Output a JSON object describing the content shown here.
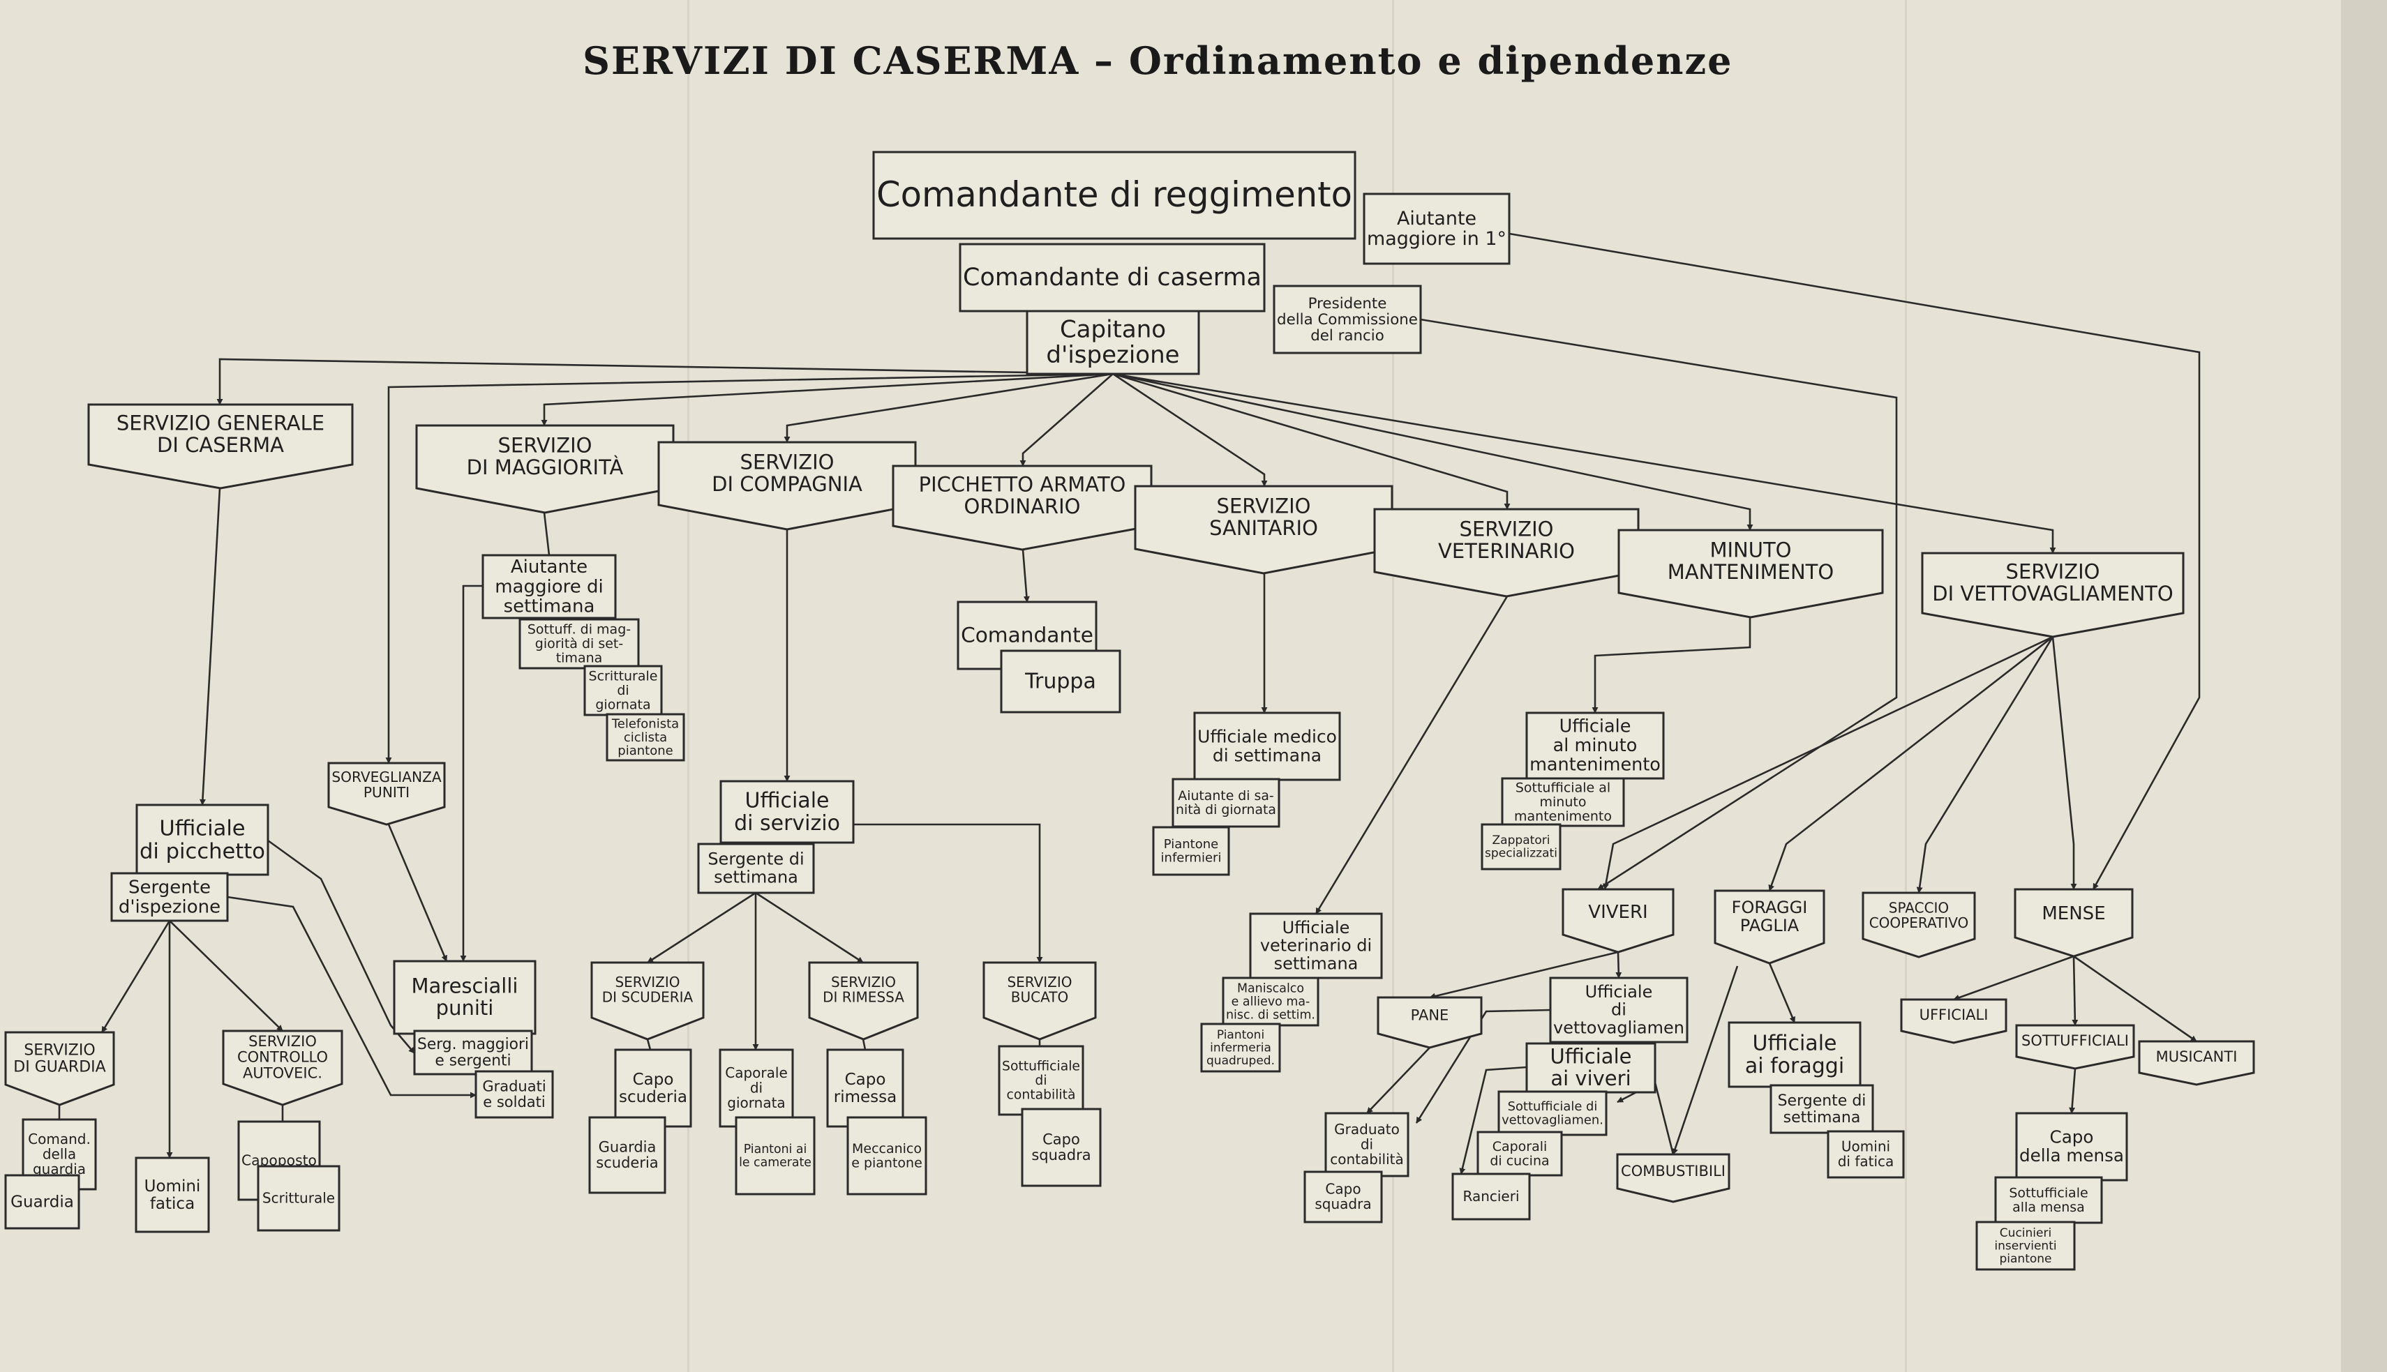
{
  "title": "SERVIZI DI CASERMA – Ordinamento e dipendenze",
  "colors": {
    "paper": "#e6e3d6",
    "ink": "#2a2a2a",
    "box": "#ebe8dc"
  },
  "nodes": {
    "comandante_reggimento": "Comandante di reggimento",
    "aiutante_maggiore_1": [
      "Aiutante",
      "maggiore in 1°"
    ],
    "comandante_caserma": "Comandante di caserma",
    "presidente_commissione": [
      "Presidente",
      "della Commissione",
      "del rancio"
    ],
    "capitano_ispezione": [
      "Capitano",
      "d'ispezione"
    ],
    "servizio_generale": [
      "SERVIZIO GENERALE",
      "DI CASERMA"
    ],
    "servizio_maggiorita": [
      "SERVIZIO",
      "DI MAGGIORITÀ"
    ],
    "servizio_compagnia": [
      "SERVIZIO",
      "DI COMPAGNIA"
    ],
    "picchetto_armato": [
      "PICCHETTO ARMATO",
      "ORDINARIO"
    ],
    "servizio_sanitario": [
      "SERVIZIO",
      "SANITARIO"
    ],
    "servizio_veterinario": [
      "SERVIZIO",
      "VETERINARIO"
    ],
    "minuto_mantenimento": [
      "MINUTO",
      "MANTENIMENTO"
    ],
    "servizio_vettovagliamento": [
      "SERVIZIO",
      "DI VETTOVAGLIAMENTO"
    ],
    "aiutante_settimana": [
      "Aiutante",
      "maggiore di",
      "settimana"
    ],
    "sottuff_maggiorita": [
      "Sottuff. di mag-",
      "giorità di set-",
      "timana"
    ],
    "scritturale_giornata": [
      "Scritturale",
      "di",
      "giornata"
    ],
    "telefonista": [
      "Telefonista",
      "ciclista",
      "piantone"
    ],
    "comandante_picchetto": "Comandante",
    "truppa": "Truppa",
    "ufficiale_medico": [
      "Ufficiale medico",
      "di settimana"
    ],
    "aiutante_sanita": [
      "Aiutante di sa-",
      "nità di giornata"
    ],
    "piantone_infermieri": [
      "Piantone",
      "infermieri"
    ],
    "ufficiale_minuto": [
      "Ufficiale",
      "al minuto",
      "mantenimento"
    ],
    "sottufficiale_minuto": [
      "Sottufficiale al",
      "minuto",
      "mantenimento"
    ],
    "zappatori": [
      "Zappatori",
      "specializzati"
    ],
    "sorveglianza_puniti": [
      "SORVEGLIANZA",
      "PUNITI"
    ],
    "ufficiale_picchetto": [
      "Ufficiale",
      "di picchetto"
    ],
    "sergente_ispezione": [
      "Sergente",
      "d'ispezione"
    ],
    "ufficiale_servizio": [
      "Ufficiale",
      "di servizio"
    ],
    "sergente_settimana": [
      "Sergente di",
      "settimana"
    ],
    "marescialli_puniti": [
      "Marescialli",
      "puniti"
    ],
    "serg_maggiori": [
      "Serg. maggiori",
      "e sergenti"
    ],
    "graduati_soldati": [
      "Graduati",
      "e soldati"
    ],
    "servizio_guardia": [
      "SERVIZIO",
      "DI GUARDIA"
    ],
    "servizio_controllo": [
      "SERVIZIO",
      "CONTROLLO",
      "AUTOVEIC."
    ],
    "comandante_guardia": [
      "Comand.",
      "della",
      "guardia"
    ],
    "guardia": "Guardia",
    "uomini_fatica": [
      "Uomini",
      "fatica"
    ],
    "capoposto": "Capoposto",
    "scritturale": "Scritturale",
    "servizio_scuderia": [
      "SERVIZIO",
      "DI SCUDERIA"
    ],
    "capo_scuderia": [
      "Capo",
      "scuderia"
    ],
    "guardia_scuderia": [
      "Guardia",
      "scuderia"
    ],
    "caporale_giornata": [
      "Caporale",
      "di",
      "giornata"
    ],
    "piantoni_camerate": [
      "Piantoni ai",
      "le camerate"
    ],
    "servizio_rimessa": [
      "SERVIZIO",
      "DI RIMESSA"
    ],
    "capo_rimessa": [
      "Capo",
      "rimessa"
    ],
    "meccanico_piantone": [
      "Meccanico",
      "e piantone"
    ],
    "servizio_bucato": [
      "SERVIZIO",
      "BUCATO"
    ],
    "sottufficiale_contabilita": [
      "Sottufficiale",
      "di",
      "contabilità"
    ],
    "capo_squadra_bucato": [
      "Capo",
      "squadra"
    ],
    "ufficiale_veterinario": [
      "Ufficiale",
      "veterinario di",
      "settimana"
    ],
    "maniscalco": [
      "Maniscalco",
      "e allievo ma-",
      "nisc. di settim."
    ],
    "piantoni_infermeria": [
      "Piantoni",
      "infermeria",
      "quadruped."
    ],
    "viveri": "VIVERI",
    "foraggi_paglia": [
      "FORAGGI",
      "PAGLIA"
    ],
    "spaccio_cooperativo": [
      "SPACCIO",
      "COOPERATIVO"
    ],
    "mense": "MENSE",
    "pane": "PANE",
    "graduato_contabilita": [
      "Graduato",
      "di",
      "contabilità"
    ],
    "capo_squadra_pane": [
      "Capo",
      "squadra"
    ],
    "ufficiale_vettovagliamento": [
      "Ufficiale",
      "di",
      "vettovagliamen"
    ],
    "ufficiale_viveri": [
      "Ufficiale",
      "ai viveri"
    ],
    "sottufficiale_vettovagliamento": [
      "Sottufficiale di",
      "vettovagliamen."
    ],
    "caporali_cucina": [
      "Caporali",
      "di cucina"
    ],
    "rancieri": "Rancieri",
    "combustibili": "COMBUSTIBILI",
    "ufficiale_foraggi": [
      "Ufficiale",
      "ai foraggi"
    ],
    "sergente_settimana_foraggi": [
      "Sergente di",
      "settimana"
    ],
    "uomini_fatica_foraggi": [
      "Uomini",
      "di fatica"
    ],
    "ufficiali_mensa": "UFFICIALI",
    "sottufficiali_mensa": "SOTTUFFICIALI",
    "musicanti": "MUSICANTI",
    "capo_mensa": [
      "Capo",
      "della mensa"
    ],
    "sottufficiale_mensa": [
      "Sottufficiale",
      "alla mensa"
    ],
    "cucinieri": [
      "Cucinieri",
      "inservienti",
      "piantone"
    ]
  }
}
